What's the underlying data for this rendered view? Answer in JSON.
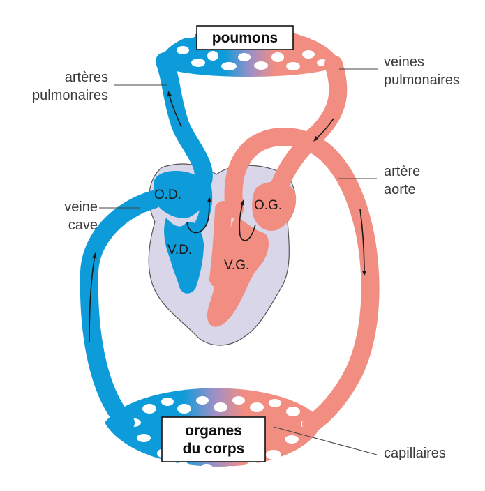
{
  "colors": {
    "venous": "#0e9bd9",
    "arterial": "#f28d82",
    "heart": "#d9d6ea",
    "heart_outline": "#555555",
    "label": "#3a3a3a"
  },
  "boxes": {
    "lungs": "poumons",
    "organs_line1": "organes",
    "organs_line2": "du corps"
  },
  "labels": {
    "pulmonary_arteries_line1": "artères",
    "pulmonary_arteries_line2": "pulmonaires",
    "pulmonary_veins_line1": "veines",
    "pulmonary_veins_line2": "pulmonaires",
    "aorta_line1": "artère",
    "aorta_line2": "aorte",
    "vena_cava_line1": "veine",
    "vena_cava_line2": "cave",
    "capillaries": "capillaires"
  },
  "chambers": {
    "right_atrium": "O.D.",
    "left_atrium": "O.G.",
    "right_ventricle": "V.D.",
    "left_ventricle": "V.G."
  }
}
